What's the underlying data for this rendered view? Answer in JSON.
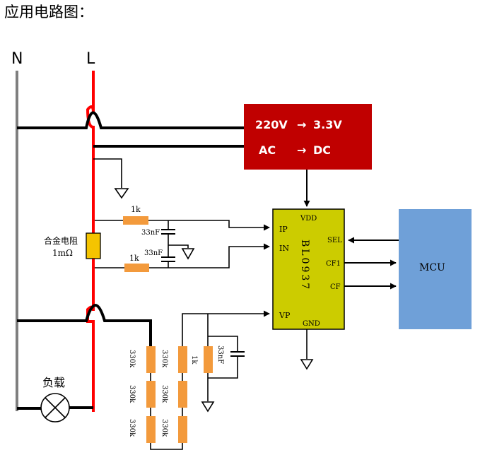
{
  "title": "应用电路图：",
  "lines": {
    "neutral": "N",
    "live": "L"
  },
  "converter": {
    "line1_left": "220V",
    "line1_arrow": "→",
    "line1_right": "3.3V",
    "line2_left": "AC",
    "line2_arrow": "→",
    "line2_right": "DC"
  },
  "chip": {
    "name": "BL0937",
    "pins": {
      "vdd": "VDD",
      "ip": "IP",
      "in": "IN",
      "vp": "VP",
      "gnd": "GND",
      "sel": "SEL",
      "cf1": "CF1",
      "cf": "CF"
    }
  },
  "mcu": {
    "label": "MCU"
  },
  "shunt": {
    "line1": "合金电阻",
    "line2": "1mΩ"
  },
  "resistors": {
    "r1k_top": "1k",
    "r1k_bottom": "1k",
    "r1k_vp": "1k",
    "r330k": "330k"
  },
  "capacitors": {
    "c_top": "33nF",
    "c_bottom": "33nF",
    "c_vp": "33nF"
  },
  "load": {
    "label": "负载"
  },
  "colors": {
    "live": "#ff0000",
    "neutral": "#7f7f7f",
    "converter": "#c00000",
    "chip": "#cccc00",
    "mcu": "#6fa0d8",
    "resistor": "#f39a3c",
    "shunt": "#f5c400",
    "wire": "#000000"
  }
}
